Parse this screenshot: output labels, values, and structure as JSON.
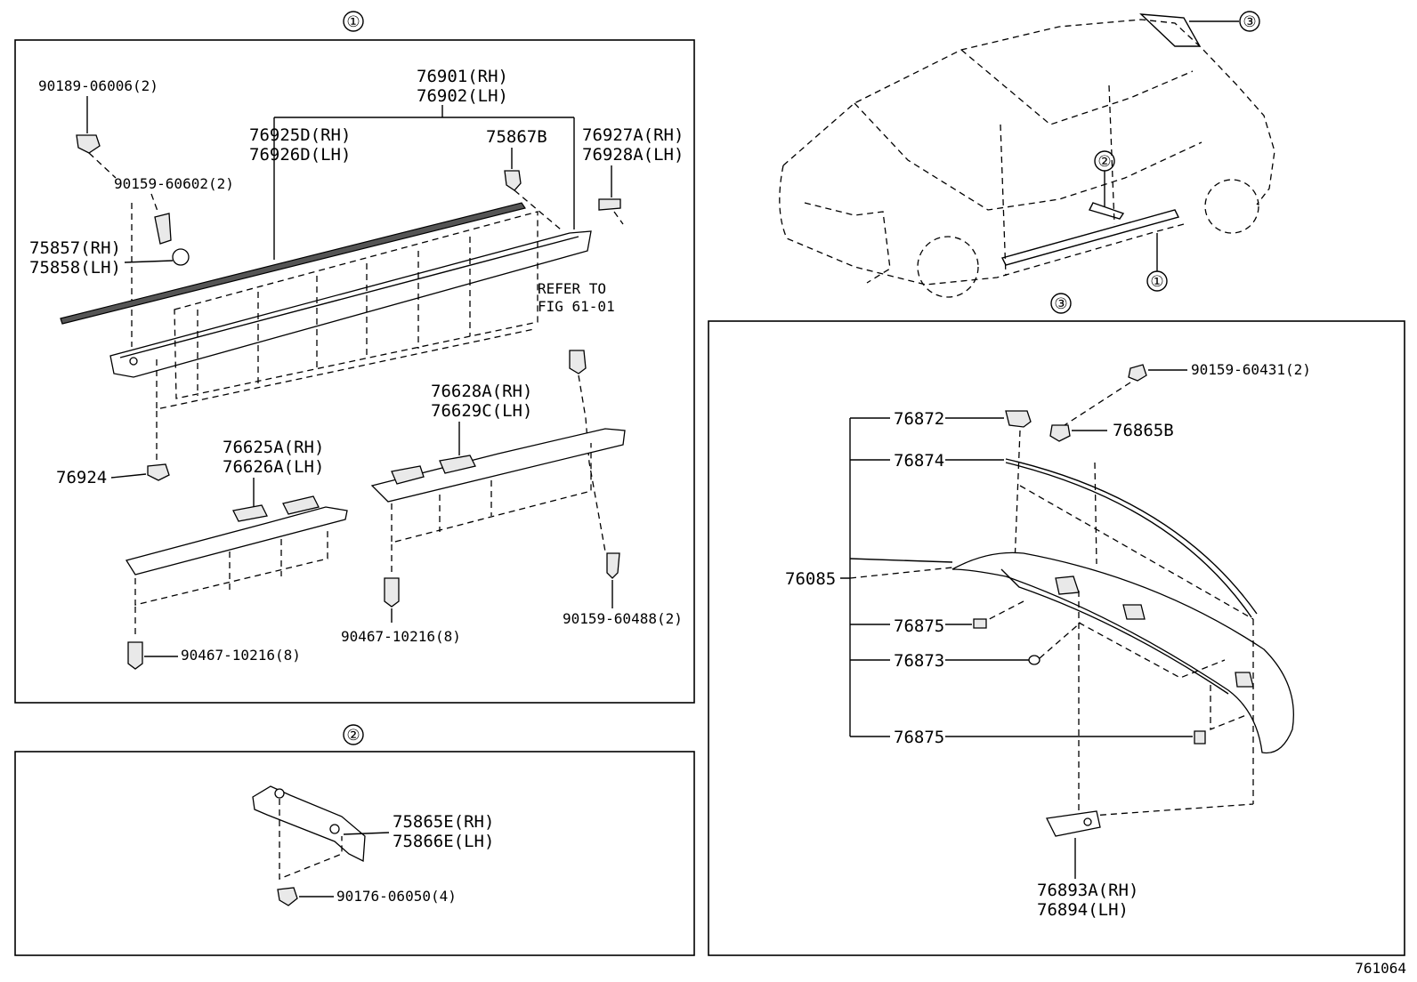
{
  "figure_id": "761064",
  "callouts": [
    "①",
    "②",
    "③"
  ],
  "refer_note": [
    "REFER TO",
    "FIG 61-01"
  ],
  "panel1": {
    "parts": {
      "p90189": "90189-06006(2)",
      "p90159a": "90159-60602(2)",
      "p75857": "75857(RH)",
      "p75858": "75858(LH)",
      "p76901": "76901(RH)",
      "p76902": "76902(LH)",
      "p76925": "76925D(RH)",
      "p76926": "76926D(LH)",
      "p75867": "75867B",
      "p76927": "76927A(RH)",
      "p76928": "76928A(LH)",
      "p76924": "76924",
      "p76625": "76625A(RH)",
      "p76626": "76626A(LH)",
      "p76628": "76628A(RH)",
      "p76629": "76629C(LH)",
      "p90467a": "90467-10216(8)",
      "p90467b": "90467-10216(8)",
      "p90159b": "90159-60488(2)"
    }
  },
  "panel2": {
    "parts": {
      "p75865": "75865E(RH)",
      "p75866": "75866E(LH)",
      "p90176": "90176-06050(4)"
    }
  },
  "panel3": {
    "parts": {
      "p90159c": "90159-60431(2)",
      "p76872": "76872",
      "p76865": "76865B",
      "p76874": "76874",
      "p76085": "76085",
      "p76875a": "76875",
      "p76873": "76873",
      "p76875b": "76875",
      "p76893": "76893A(RH)",
      "p76894": "76894(LH)"
    }
  }
}
